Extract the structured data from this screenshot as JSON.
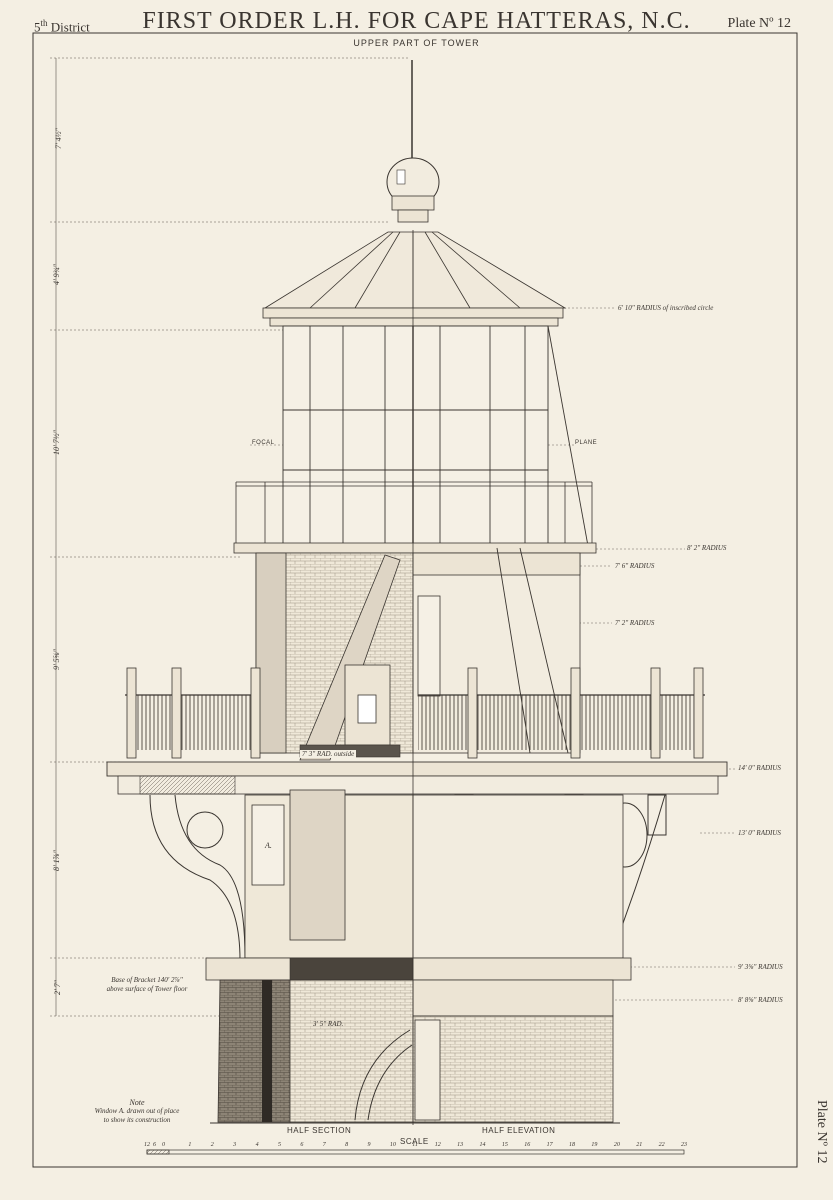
{
  "header": {
    "district_num": "5",
    "district_sup": "th",
    "district_word": "District",
    "title": "FIRST ORDER L.H. FOR CAPE HATTERAS, N.C.",
    "plate": "Plate Nº 12",
    "subtitle": "UPPER PART OF TOWER"
  },
  "radius_labels": [
    "6' 10\" RADIUS of inscribed circle",
    "8' 2\" RADIUS",
    "7' 6\" RADIUS",
    "7' 2\" RADIUS",
    "14' 0\" RADIUS",
    "13' 0\" RADIUS",
    "9' 3⅝\" RADIUS",
    "8' 8⅝\" RADIUS"
  ],
  "focal": {
    "left": "FOCAL",
    "right": "PLANE"
  },
  "inner_labels": {
    "rad_outside": "7' 3\" RAD. outside",
    "window": "A.",
    "rad_inside": "3' 5\" RAD."
  },
  "dimensions": [
    "7' 4½\"",
    "4' 9¾\"",
    "10' 7½\"",
    "9' 5⅝\"",
    "8' 1⅞\"",
    "2' 7\""
  ],
  "bracket_note": [
    "Base of Bracket 140' 2⅞\"",
    "above surface of Tower floor"
  ],
  "note": {
    "heading": "Note",
    "lines": [
      "Window A. drawn out of place",
      "to show its construction"
    ]
  },
  "captions": {
    "half_section": "HALF SECTION",
    "half_elevation": "HALF ELEVATION",
    "scale": "SCALE"
  },
  "scale_ticks": [
    "12",
    "6",
    "0",
    "1",
    "2",
    "3",
    "4",
    "5",
    "6",
    "7",
    "8",
    "9",
    "10",
    "11",
    "12",
    "13",
    "14",
    "15",
    "16",
    "17",
    "18",
    "19",
    "20",
    "21",
    "22",
    "23"
  ],
  "plate_side": "Plate Nº 12"
}
